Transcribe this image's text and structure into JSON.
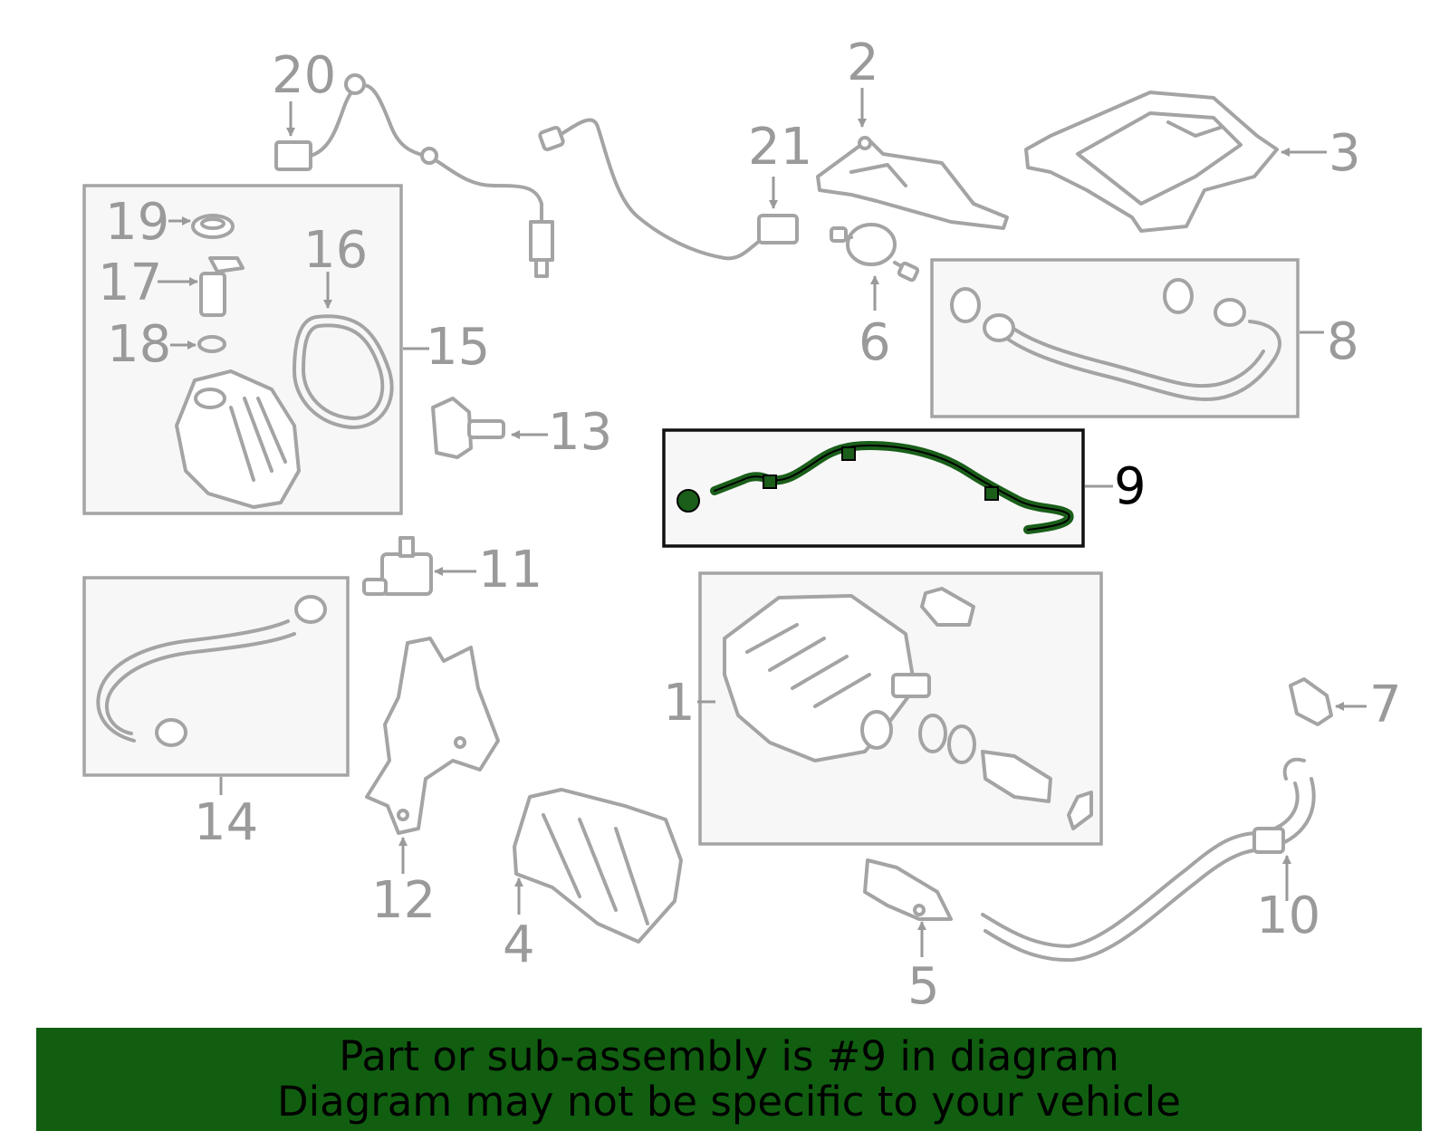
{
  "diagram": {
    "highlight_color": "#1a5e1a",
    "labels": {
      "n1": "1",
      "n2": "2",
      "n3": "3",
      "n4": "4",
      "n5": "5",
      "n6": "6",
      "n7": "7",
      "n8": "8",
      "n9": "9",
      "n10": "10",
      "n11": "11",
      "n12": "12",
      "n13": "13",
      "n14": "14",
      "n15": "15",
      "n16": "16",
      "n17": "17",
      "n18": "18",
      "n19": "19",
      "n20": "20",
      "n21": "21"
    }
  },
  "footer": {
    "background": "#115e11",
    "line1": "Part or sub-assembly is #9 in diagram",
    "line2": "Diagram may not be specific to your vehicle"
  }
}
